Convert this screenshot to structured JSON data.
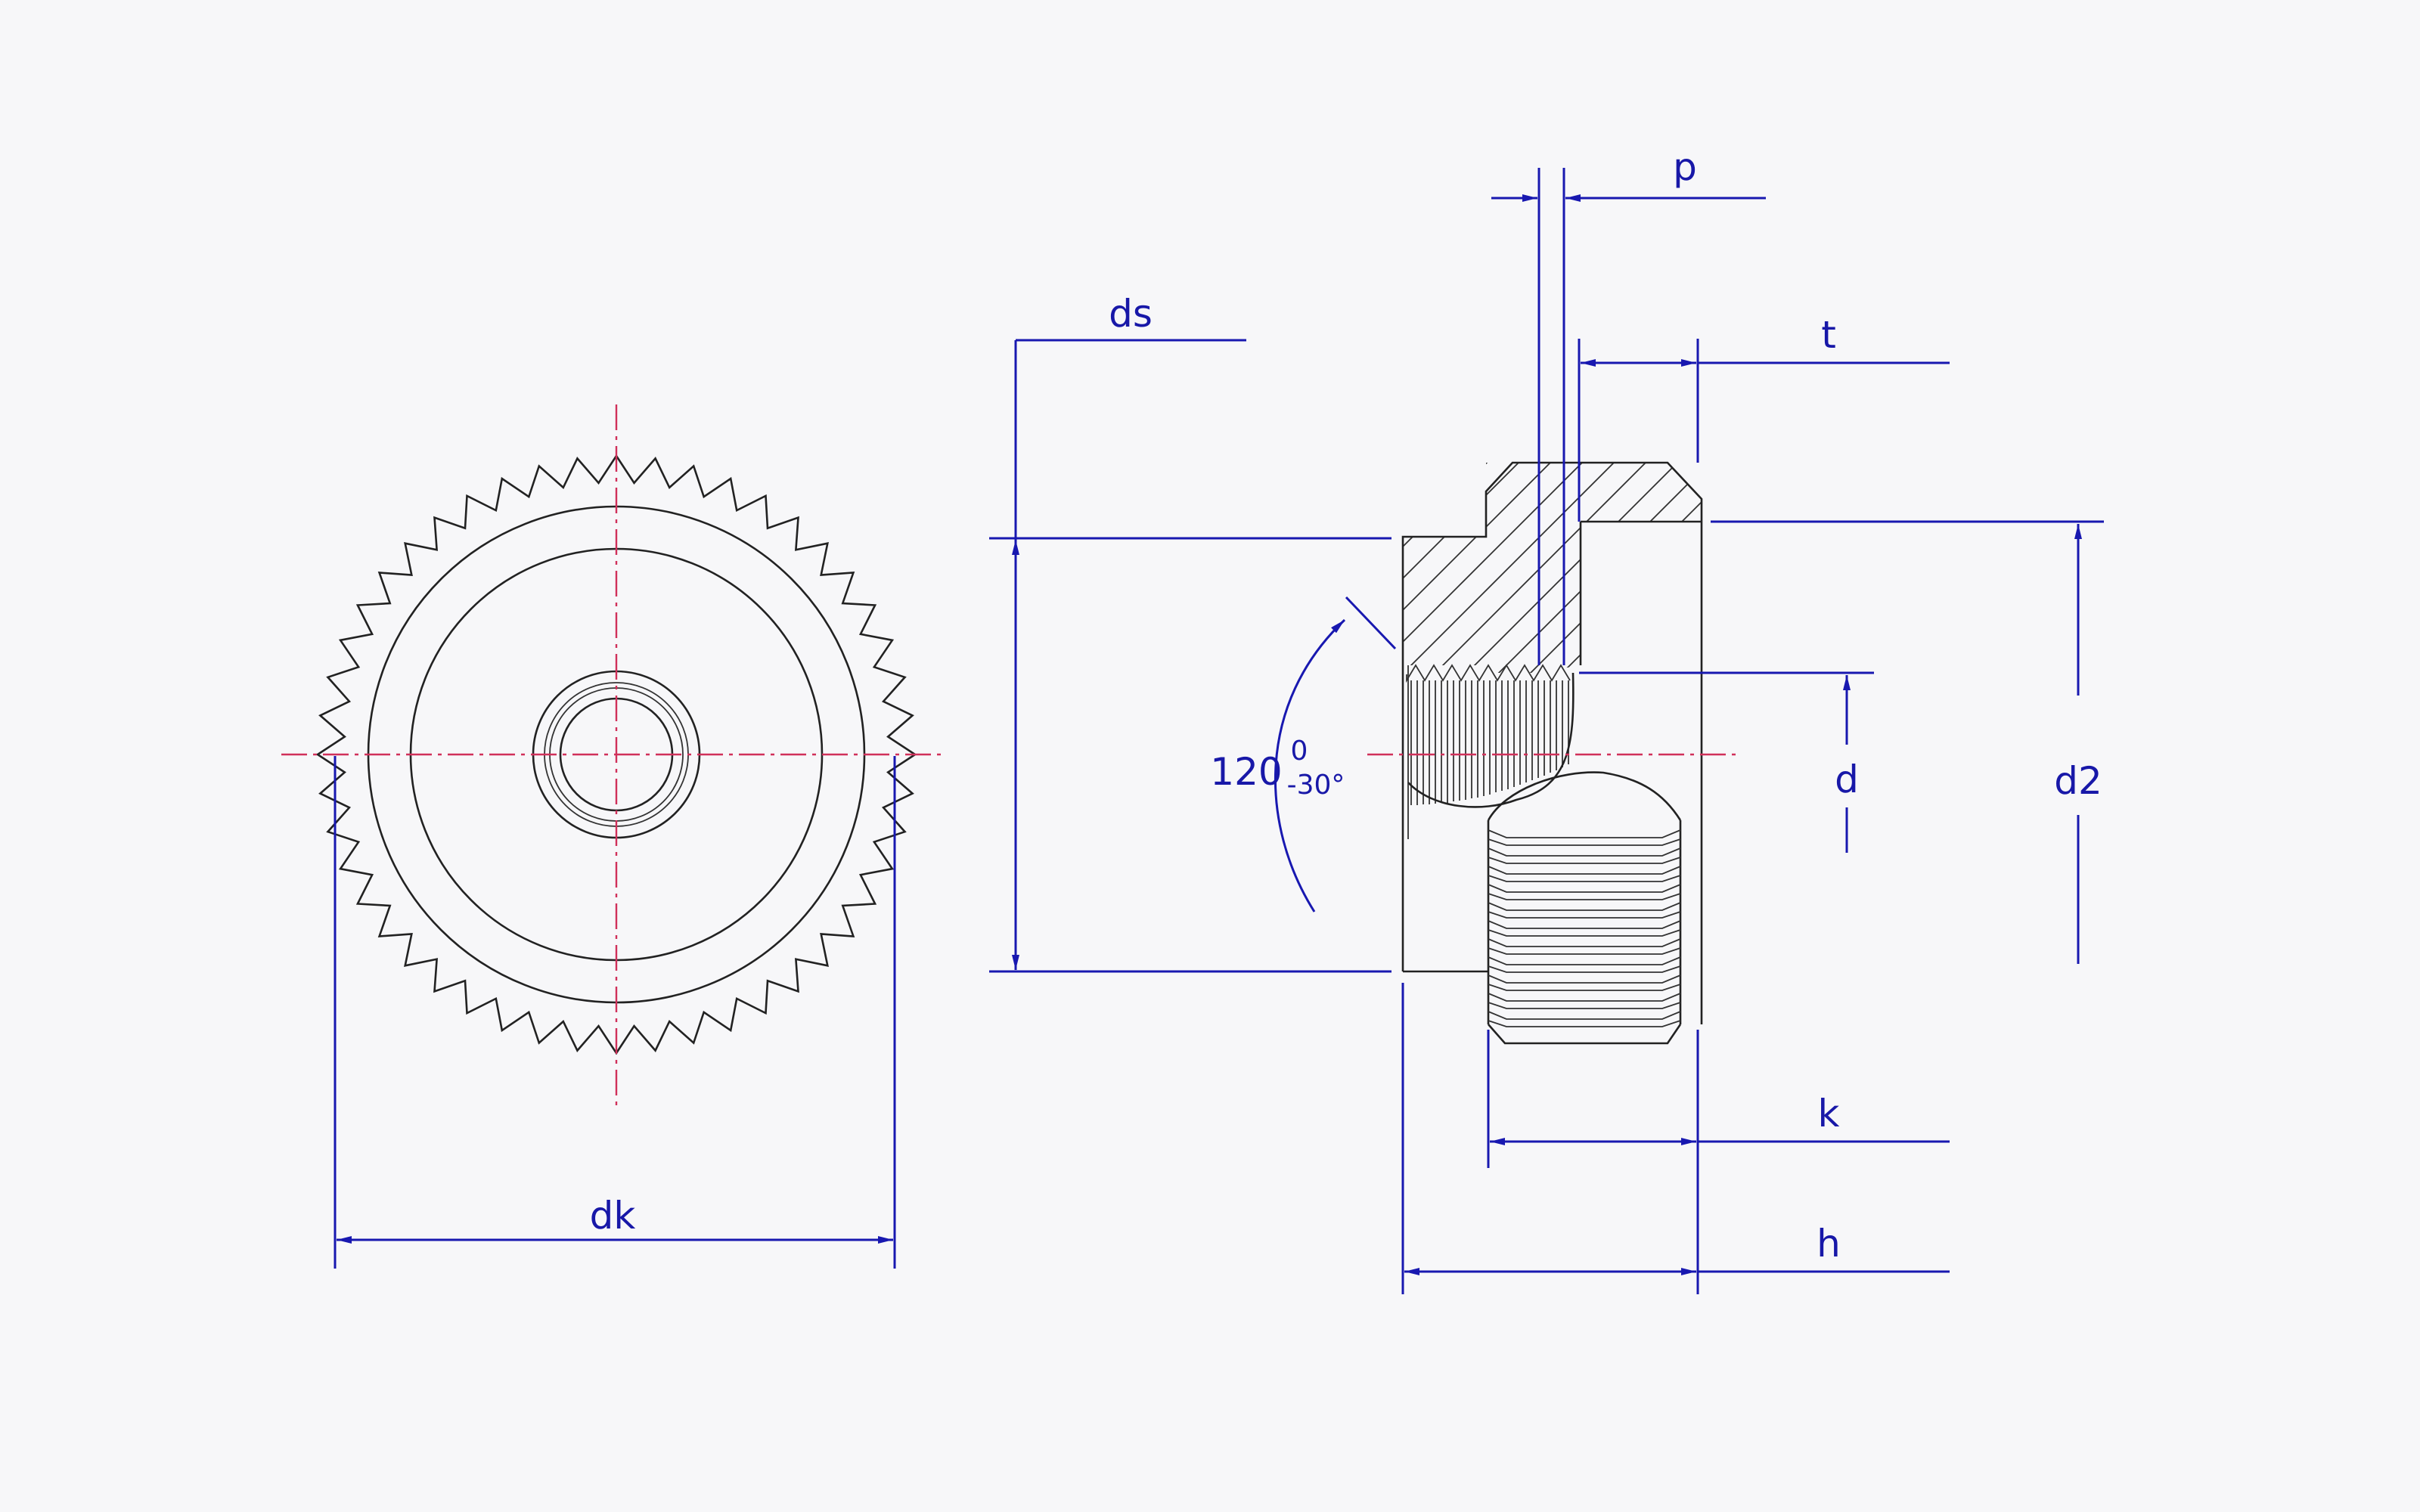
{
  "drawing": {
    "labels": {
      "dk": "dk",
      "ds": "ds",
      "p": "p",
      "t": "t",
      "d": "d",
      "d2": "d2",
      "k": "k",
      "h": "h",
      "angle_value": "120",
      "angle_tol_upper": "0",
      "angle_tol_lower": "-30°"
    },
    "colors": {
      "dimension": "#1818b0",
      "centerline": "#d0305a",
      "outline": "#222222"
    }
  }
}
